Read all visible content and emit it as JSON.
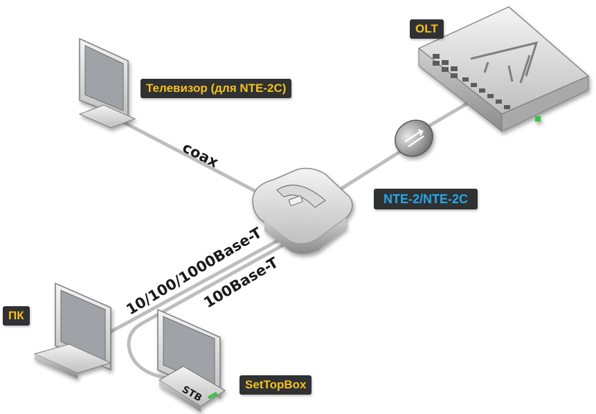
{
  "labels": {
    "olt": "OLT",
    "tv": "Телевизор (для NTE-2C)",
    "nte": "NTE-2/NTE-2C",
    "pc": "ПК",
    "stb": "SetTopBox"
  },
  "links": {
    "coax": "coax",
    "gigabit": "10/100/1000Base-T",
    "fast": "100Base-T"
  },
  "device_text": {
    "stb_case": "STB"
  },
  "colors": {
    "label_text_warm": "#f4c21a",
    "label_text_blue": "#2aa6e8",
    "label_bg": "#2f3133",
    "line": "#bdbdbd"
  },
  "icons": [
    "monitor-icon",
    "router-icon",
    "switch-icon",
    "splitter-icon",
    "settopbox-icon"
  ]
}
